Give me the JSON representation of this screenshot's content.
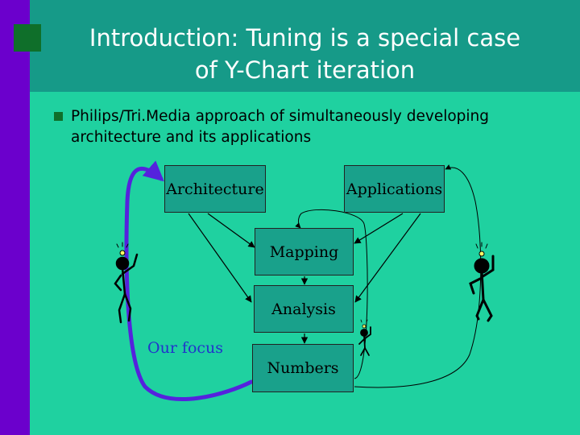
{
  "slide": {
    "title_line1": "Introduction: Tuning is a special case",
    "title_line2": "of Y-Chart iteration",
    "bullet_text": "Philips/Tri.Media approach of simultaneously developing architecture and its applications"
  },
  "diagram": {
    "architecture_label": "Architecture",
    "applications_label": "Applications",
    "mapping_label": "Mapping",
    "analysis_label": "Analysis",
    "numbers_label": "Numbers",
    "focus_label": "Our focus"
  },
  "colors": {
    "background": "#1fd1a0",
    "title_band": "#169a88",
    "left_bar": "#6b00cc",
    "box_fill": "#19a18b",
    "focus_arrow": "#5522dd"
  },
  "icons": [
    "title-square-bullet",
    "bullet-square-icon",
    "stick-figure-thinking-icon"
  ]
}
